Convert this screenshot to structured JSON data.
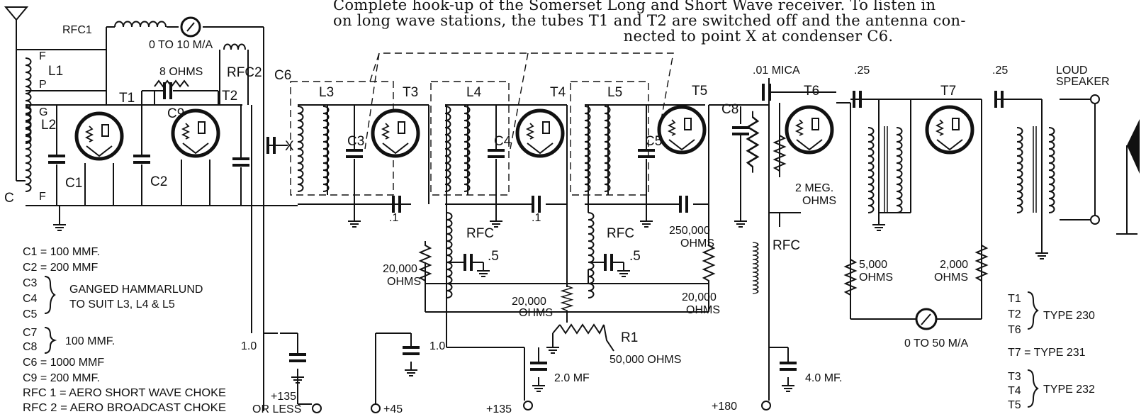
{
  "caption": {
    "line1": "Complete hook-up of the Somerset  Long and Short Wave  receiver.  To listen in",
    "line2": "on long wave stations, the tubes T1 and T2 are switched off and the antenna con-",
    "line3": "nected to point X at condenser C6."
  },
  "components": {
    "rfc1": "RFC1",
    "meter1": "0 TO 10 M/A",
    "l1": "L1",
    "l2": "L2",
    "g": "G",
    "f_top": "F",
    "p": "P",
    "f_bottom": "F",
    "c": "C",
    "c1": "C1",
    "c2": "C2",
    "t1": "T1",
    "t2": "T2",
    "eight_ohms": "8 OHMS",
    "c9": "C9",
    "rfc2": "RFC2",
    "c6": "C6",
    "x": "X",
    "l3": "L3",
    "l4": "L4",
    "l5": "L5",
    "c3": "C3",
    "c4": "C4",
    "c5": "C5",
    "t3": "T3",
    "t4": "T4",
    "t5": "T5",
    "t6": "T6",
    "t7": "T7",
    "c8": "C8",
    "mica": ".01 MICA",
    "cap025a": ".25",
    "cap025b": ".25",
    "loud_speaker_1": "LOUD",
    "loud_speaker_2": "SPEAKER",
    "pt1a": ".1",
    "pt1b": ".1",
    "rfc_a": "RFC",
    "rfc_b": "RFC",
    "rfc_c": "RFC",
    "pt5a": ".5",
    "pt5b": ".5",
    "r20k_a_1": "20,000",
    "r20k_a_2": "OHMS",
    "r20k_b_1": "20,000",
    "r20k_b_2": "OHMS",
    "r20k_c_1": "20,000",
    "r20k_c_2": "OHMS",
    "r250k_1": "250,000",
    "r250k_2": "OHMS",
    "meg2_1": "2 MEG.",
    "meg2_2": "OHMS",
    "r5k_1": "5,000",
    "r5k_2": "OHMS",
    "r2k_1": "2,000",
    "r2k_2": "OHMS",
    "r1": "R1",
    "r1_val": "50,000 OHMS",
    "meter2": "0 TO 50 M/A",
    "c10": "1.0",
    "c10b": "1.0",
    "mf2": "2.0 MF",
    "mf4": "4.0 MF.",
    "b135less_1": "+135",
    "b135less_2": "OR LESS",
    "b45": "+45",
    "b135": "+135",
    "b180": "+180"
  },
  "legend": {
    "l1": "C1 = 100 MMF.",
    "l2": "C2 = 200 MMF",
    "l3a": "C3",
    "l3b": "C4",
    "l3c": "C5",
    "ganged1": "GANGED HAMMARLUND",
    "ganged2": "TO SUIT L3, L4 & L5",
    "l7a": "C7",
    "l7b": "C8",
    "l7val": "100 MMF.",
    "l6": "C6 = 1000 MMF",
    "l9": "C9 = 200 MMF.",
    "rfc1": "RFC 1 = AERO SHORT WAVE CHOKE",
    "rfc2": "RFC 2 = AERO BROADCAST CHOKE"
  },
  "tube_types": {
    "t1": "T1",
    "t2": "T2",
    "t6": "T6",
    "type230": "TYPE 230",
    "t7": "T7 = TYPE 231",
    "t3": "T3",
    "t4": "T4",
    "t5": "T5",
    "type232": "TYPE 232"
  }
}
